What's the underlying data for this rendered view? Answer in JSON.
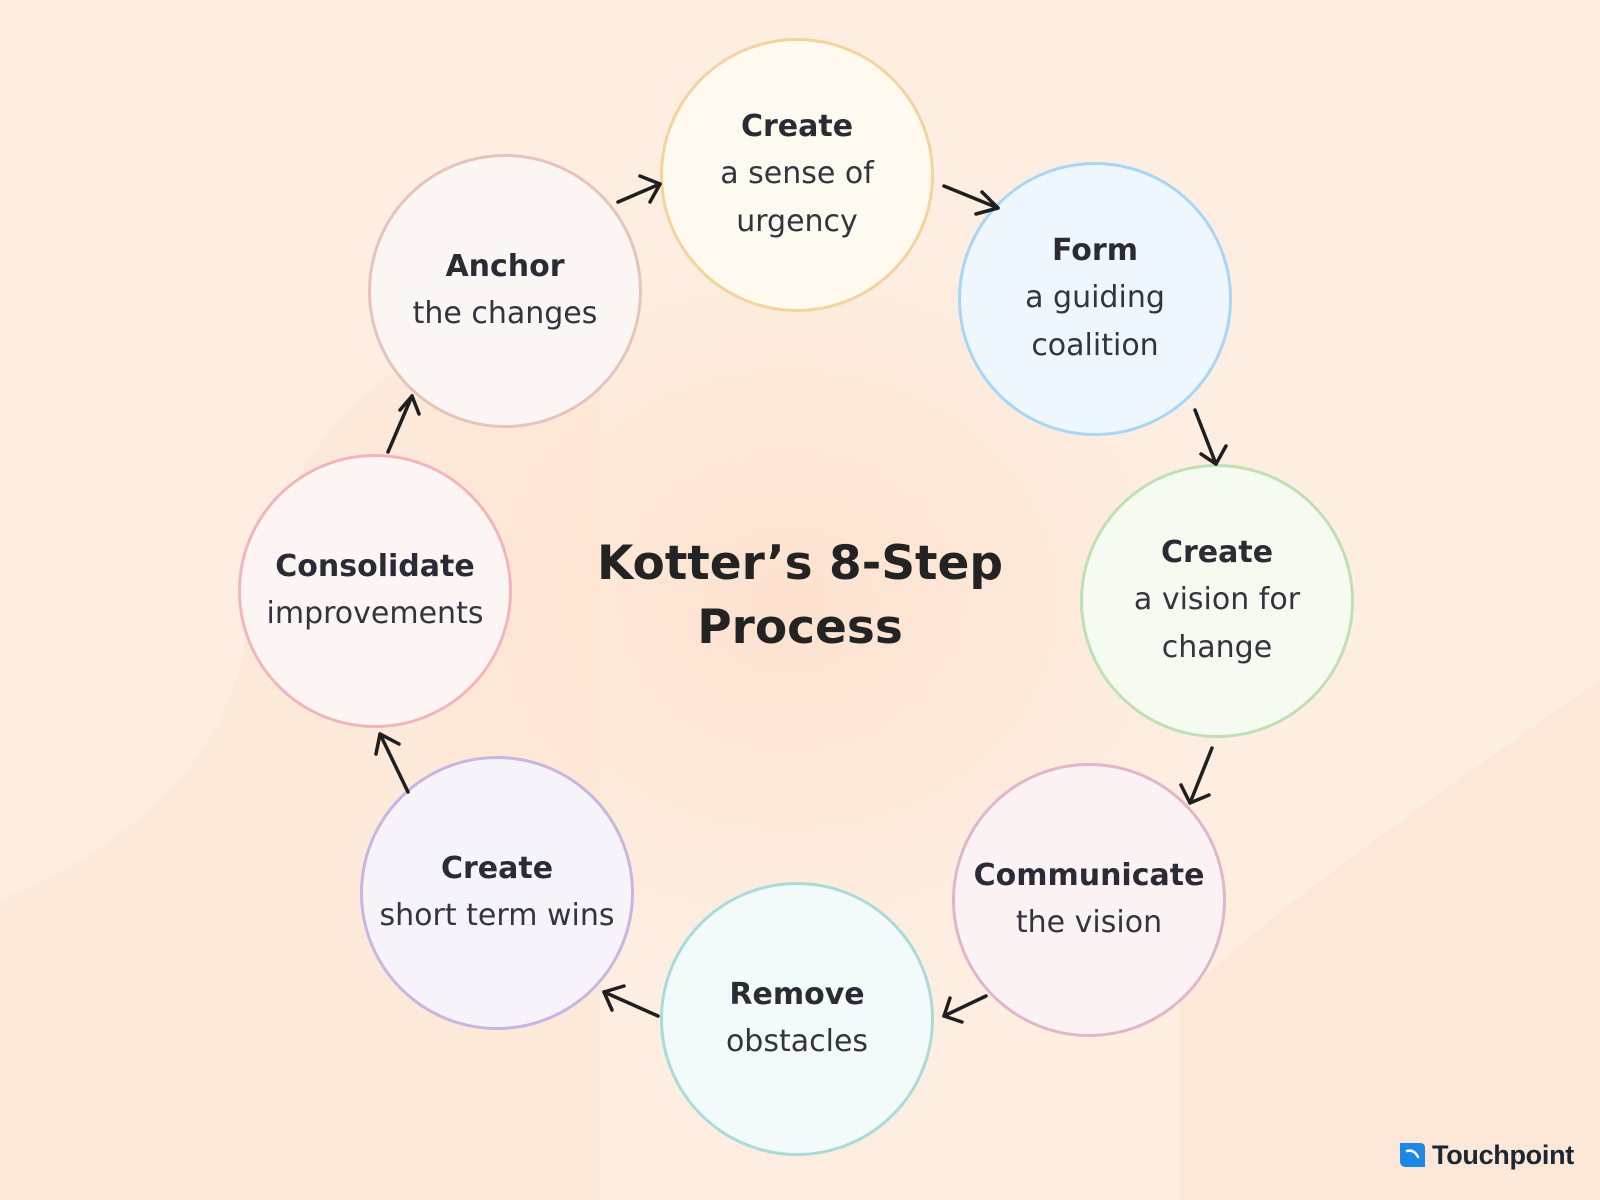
{
  "title": "Kotter’s 8-Step\nProcess",
  "steps": [
    {
      "title": "Create",
      "desc": "a sense of\nurgency",
      "border": "#f3d49c",
      "fill": "#fffaf0"
    },
    {
      "title": "Form",
      "desc": "a guiding\ncoalition",
      "border": "#a8d6f7",
      "fill": "#eef6fe"
    },
    {
      "title": "Create",
      "desc": "a vision for\nchange",
      "border": "#bfe0b2",
      "fill": "#f5fbf1"
    },
    {
      "title": "Communicate",
      "desc": "the vision",
      "border": "#e0b6c8",
      "fill": "#fbf2f3"
    },
    {
      "title": "Remove",
      "desc": "obstacles",
      "border": "#a9dcd9",
      "fill": "#f2fafa"
    },
    {
      "title": "Create",
      "desc": "short term wins",
      "border": "#c6b6e0",
      "fill": "#f7f3fa"
    },
    {
      "title": "Consolidate",
      "desc": "improvements",
      "border": "#f2b5bb",
      "fill": "#fdf5f4"
    },
    {
      "title": "Anchor",
      "desc": "the changes",
      "border": "#e5c4bb",
      "fill": "#fbf6f3"
    }
  ],
  "brand": {
    "name": "Touchpoint",
    "color": "#1e88e5"
  },
  "colors": {
    "background": "#fdeee1",
    "arrow": "#1f1f1f"
  }
}
